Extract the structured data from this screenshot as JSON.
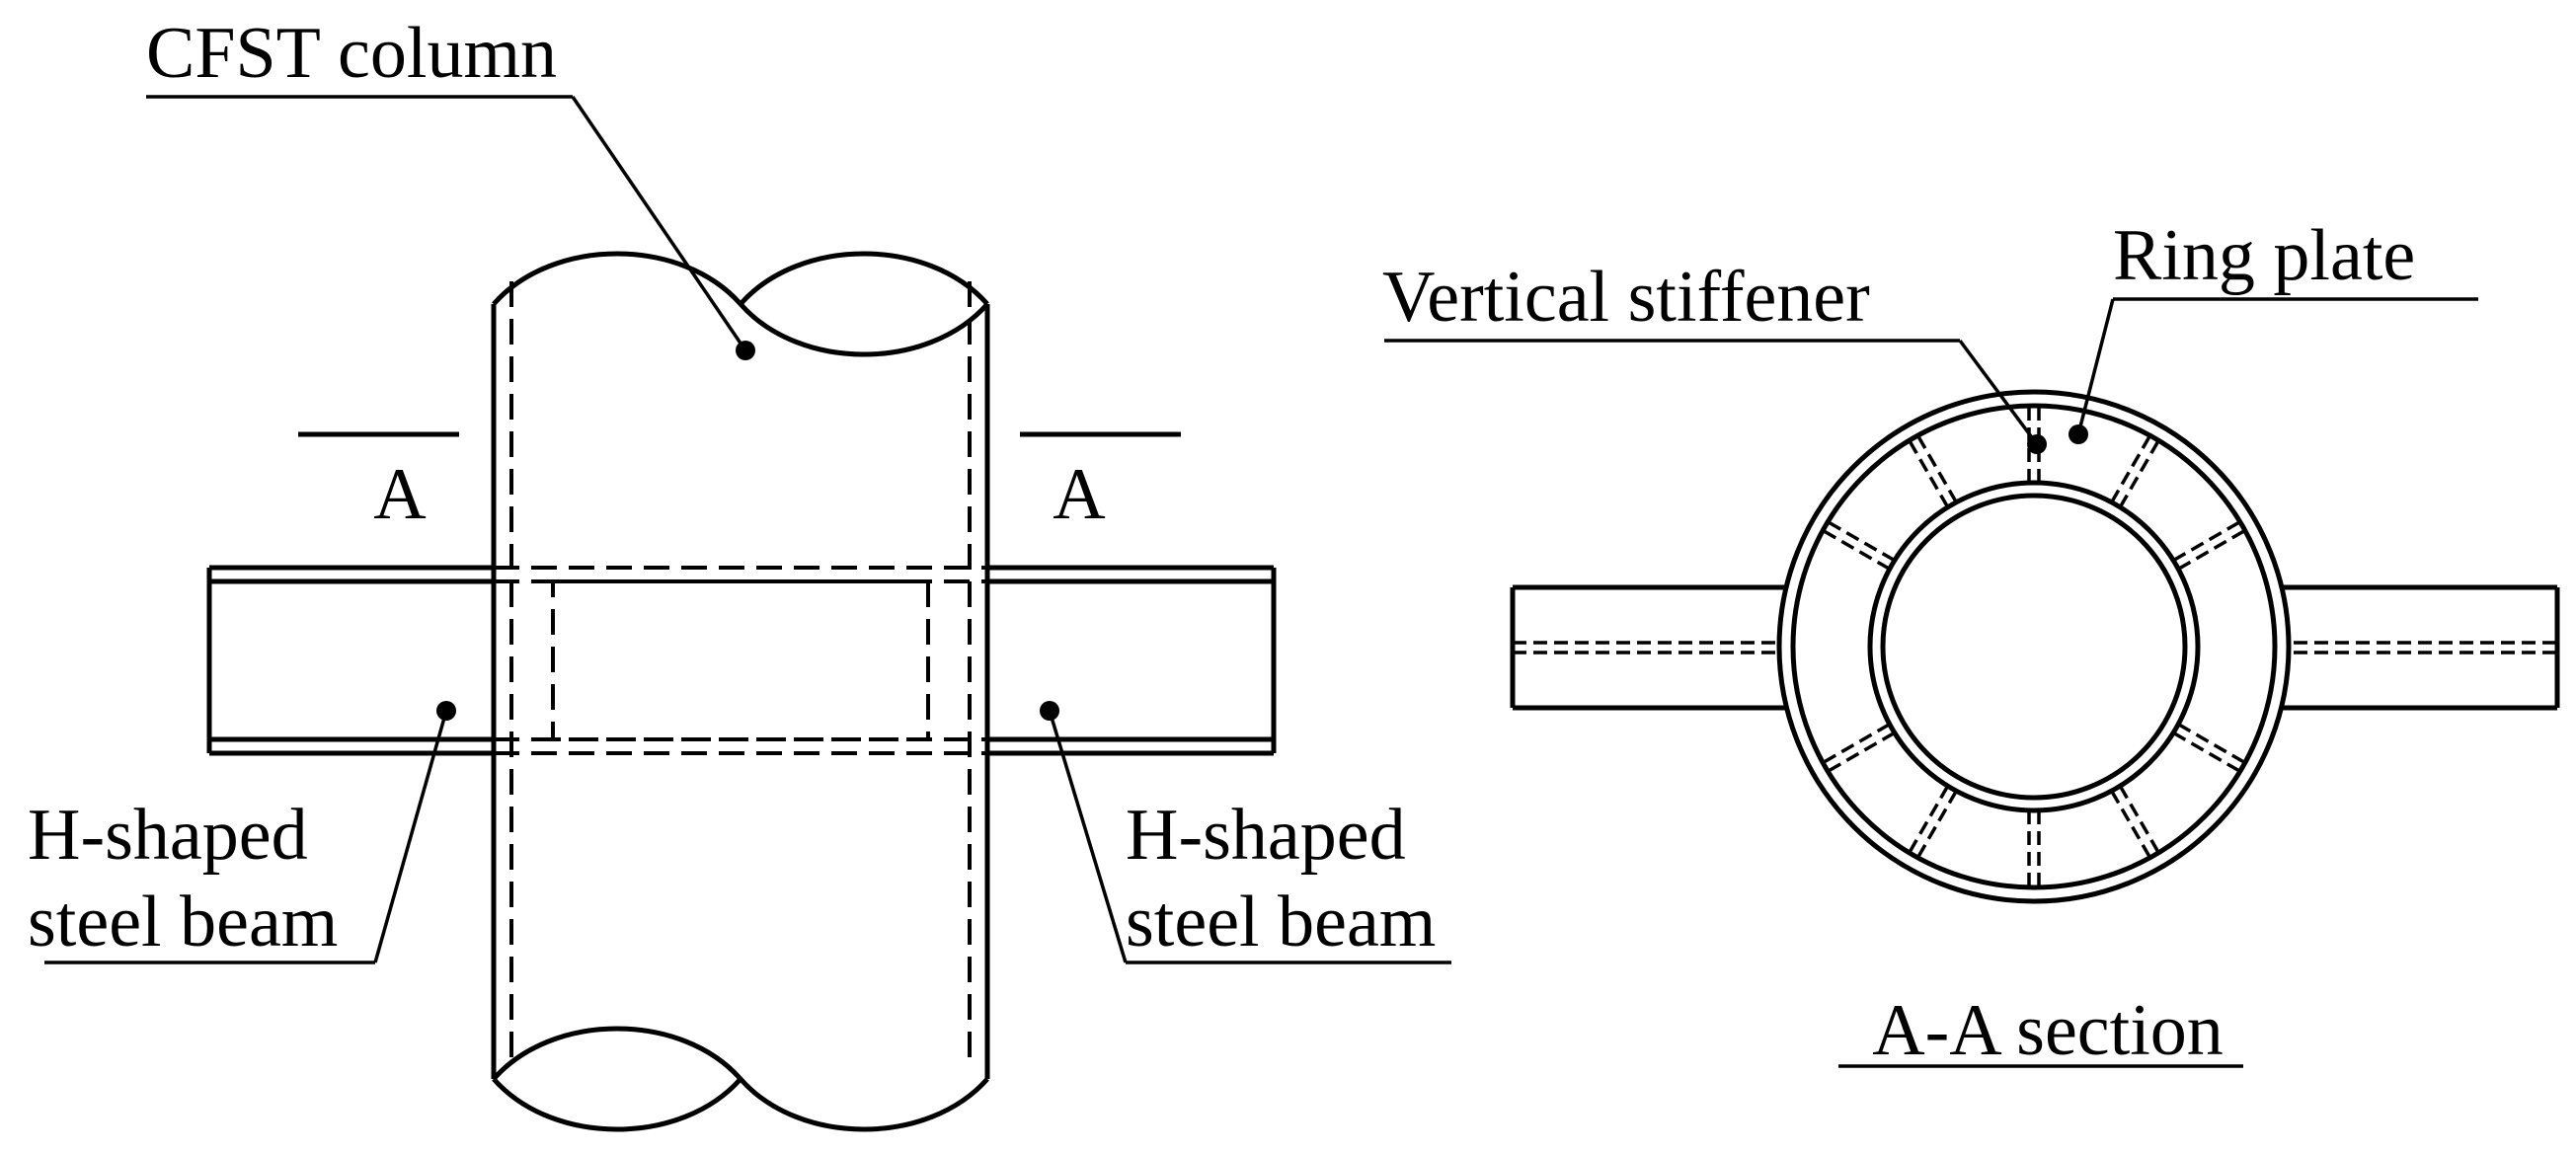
{
  "elevation": {
    "column_label": "CFST column",
    "section_mark_left": "A",
    "section_mark_right": "A",
    "left_beam_label": [
      "H-shaped",
      "steel beam"
    ],
    "right_beam_label": [
      "H-shaped",
      "steel beam"
    ]
  },
  "section": {
    "stiffener_label": "Vertical stiffener",
    "ring_plate_label": "Ring plate",
    "caption": "A-A section"
  }
}
